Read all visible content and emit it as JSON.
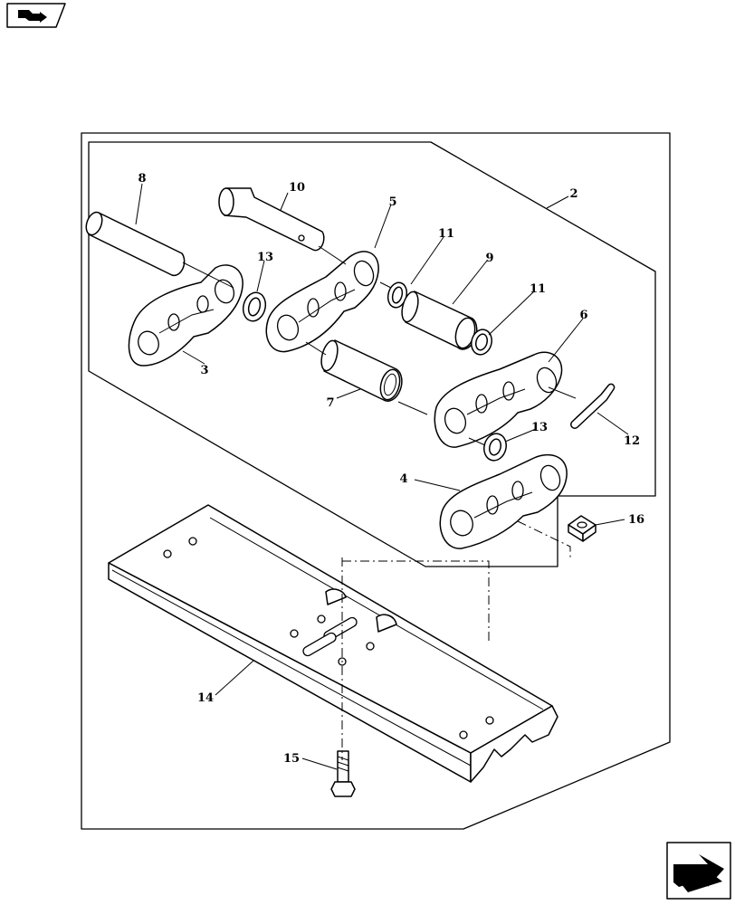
{
  "nav_icons": {
    "top_left": "book-arrow-icon",
    "bottom_right": "next-page-arrow-icon"
  },
  "callouts": {
    "c2": "2",
    "c3": "3",
    "c4": "4",
    "c5": "5",
    "c6": "6",
    "c7": "7",
    "c8": "8",
    "c9": "9",
    "c10": "10",
    "c11a": "11",
    "c11b": "11",
    "c12": "12",
    "c13a": "13",
    "c13b": "13",
    "c14": "14",
    "c15": "15",
    "c16": "16"
  },
  "parts": [
    {
      "id": "pin",
      "callout": "8"
    },
    {
      "id": "master-pin",
      "callout": "10"
    },
    {
      "id": "link-assembly",
      "callout": "2"
    },
    {
      "id": "link-left",
      "callout": "3"
    },
    {
      "id": "link-right",
      "callout": "4"
    },
    {
      "id": "master-link-left",
      "callout": "5"
    },
    {
      "id": "master-link-right",
      "callout": "6"
    },
    {
      "id": "bushing",
      "callout": "7"
    },
    {
      "id": "master-bushing",
      "callout": "9"
    },
    {
      "id": "spacer",
      "callout": "11"
    },
    {
      "id": "lock-pin",
      "callout": "12"
    },
    {
      "id": "seal",
      "callout": "13"
    },
    {
      "id": "track-shoe",
      "callout": "14"
    },
    {
      "id": "shoe-bolt",
      "callout": "15"
    },
    {
      "id": "shoe-nut",
      "callout": "16"
    }
  ]
}
